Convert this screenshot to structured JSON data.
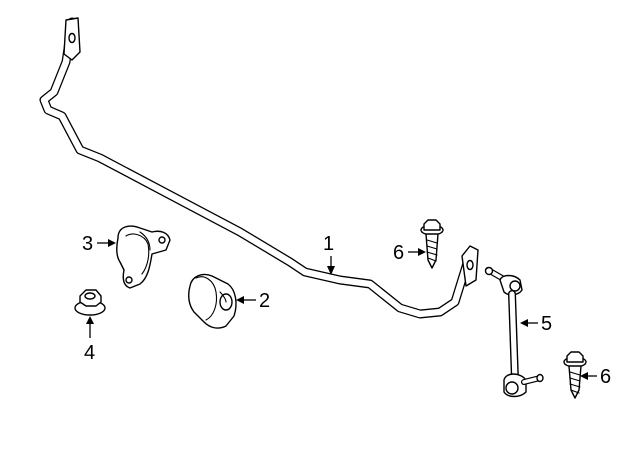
{
  "callouts": {
    "c1": "1",
    "c2": "2",
    "c3": "3",
    "c4": "4",
    "c5": "5",
    "c6a": "6",
    "c6b": "6"
  },
  "parts": {
    "stabilizer_bar": "stabilizer-bar",
    "bushing": "bushing",
    "bushing_bracket": "bushing-bracket",
    "nut": "flange-nut",
    "stabilizer_link": "stabilizer-link",
    "bolt": "bolt"
  },
  "colors": {
    "line": "#000000",
    "background": "#ffffff"
  }
}
